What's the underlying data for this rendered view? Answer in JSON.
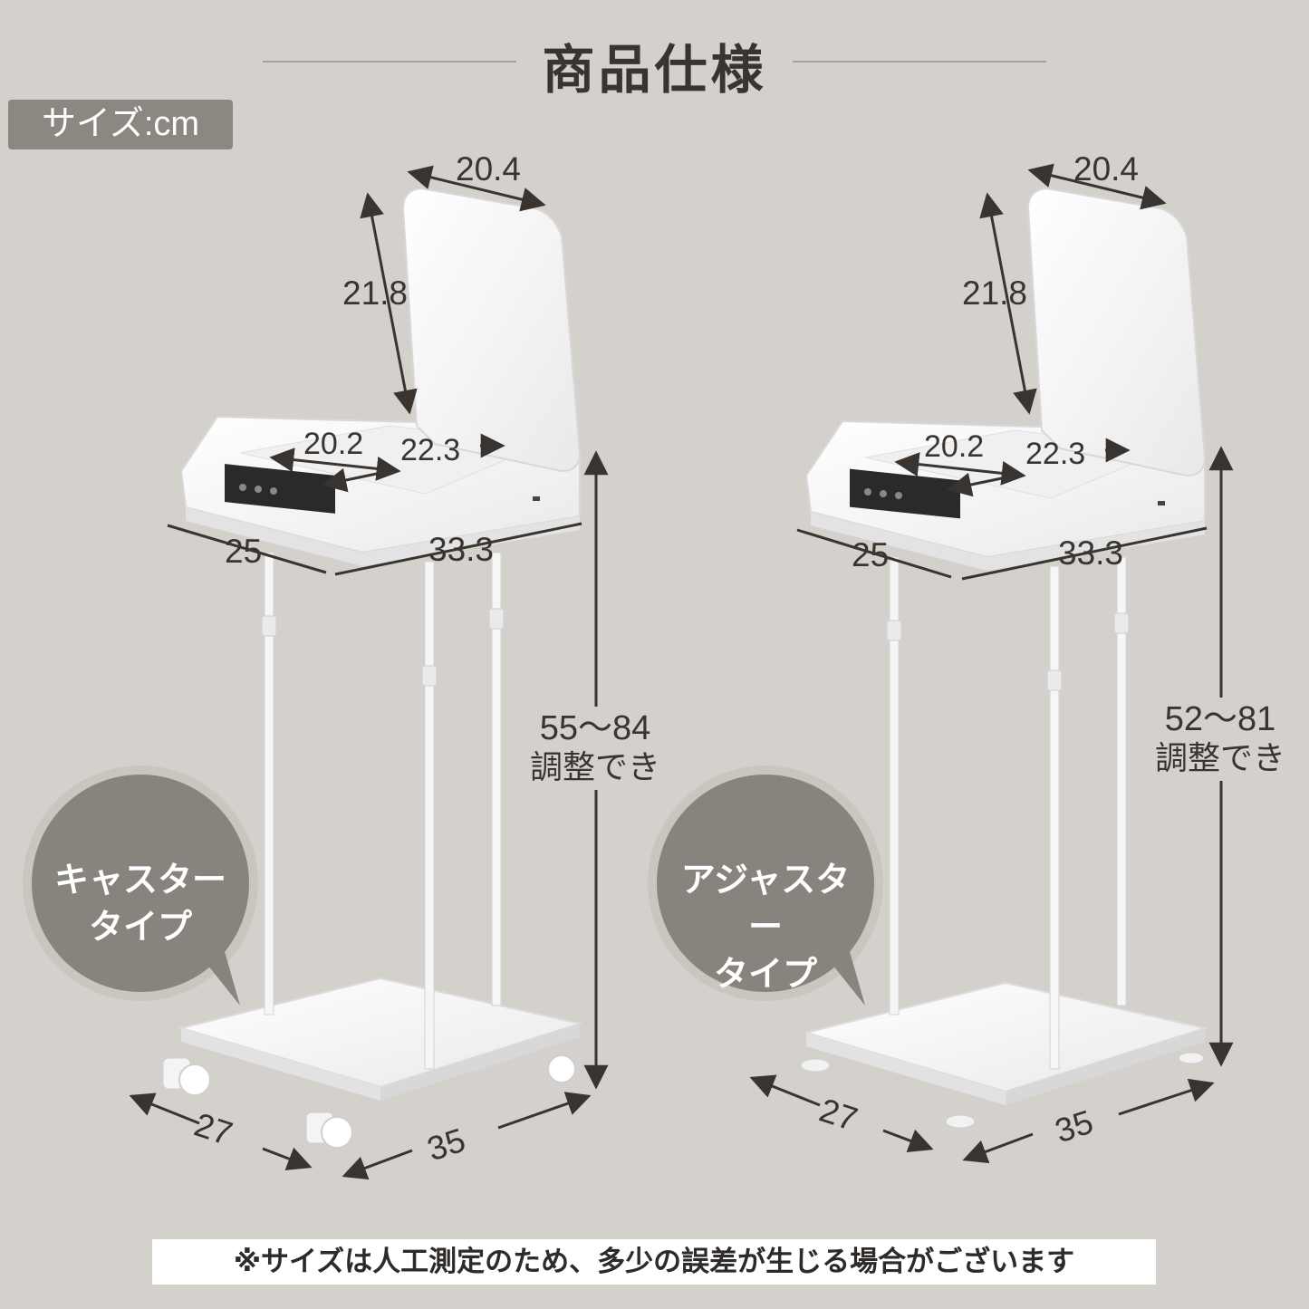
{
  "header": {
    "title": "商品仕様"
  },
  "size_badge": {
    "label": "サイズ:cm"
  },
  "products": [
    {
      "type_label_line1": "キャスター",
      "type_label_line2": "タイプ",
      "dims": {
        "lid_width": "20.4",
        "lid_height": "21.8",
        "opening_width": "20.2",
        "opening_depth": "22.3",
        "top_depth": "25",
        "top_width": "33.3",
        "height_range": "55～84",
        "height_note": "調整でき",
        "base_depth": "27",
        "base_width": "35"
      }
    },
    {
      "type_label_line1": "アジャスター",
      "type_label_line2": "タイプ",
      "dims": {
        "lid_width": "20.4",
        "lid_height": "21.8",
        "opening_width": "20.2",
        "opening_depth": "22.3",
        "top_depth": "25",
        "top_width": "33.3",
        "height_range": "52～81",
        "height_note": "調整でき",
        "base_depth": "27",
        "base_width": "35"
      }
    }
  ],
  "footer": {
    "note": "※サイズは人工測定のため、多少の誤差が生じる場合がございます"
  },
  "colors": {
    "background": "#d4d1cc",
    "badge": "#8b8781",
    "bubble": "#88847d",
    "text": "#3a3430"
  }
}
